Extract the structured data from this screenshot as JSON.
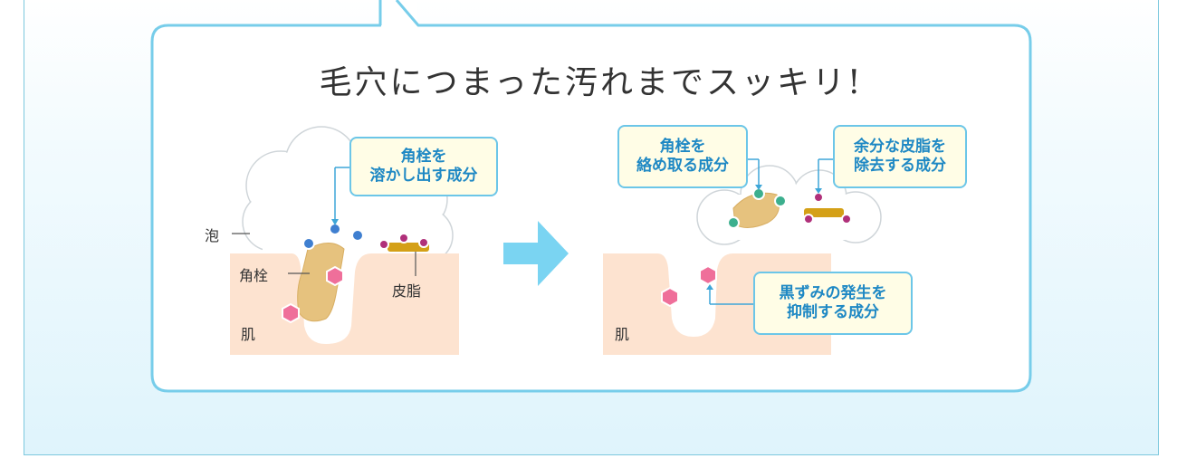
{
  "headline": "毛穴につまった汚れまでスッキリ!",
  "left_diagram": {
    "callout": "角栓を\n溶かし出す成分",
    "label_foam": "泡",
    "label_plug": "角栓",
    "label_sebum": "皮脂",
    "label_skin": "肌"
  },
  "right_diagram": {
    "callout_plug": "角栓を\n絡め取る成分",
    "callout_sebum": "余分な皮脂を\n除去する成分",
    "callout_dark": "黒ずみの発生を\n抑制する成分",
    "label_skin": "肌"
  },
  "colors": {
    "border": "#6cc6e8",
    "callout_text": "#1e88c4",
    "callout_bg": "#fffde6",
    "skin": "#fde3d0",
    "plug": "#e6c27e",
    "sebum_bar": "#d4a017",
    "sebum_dot": "#b0307a",
    "blue_dot": "#3f7fd0",
    "green_dot": "#3caf8e",
    "hexagon": "#ef6f9a",
    "arrow": "#7ad4f2"
  }
}
